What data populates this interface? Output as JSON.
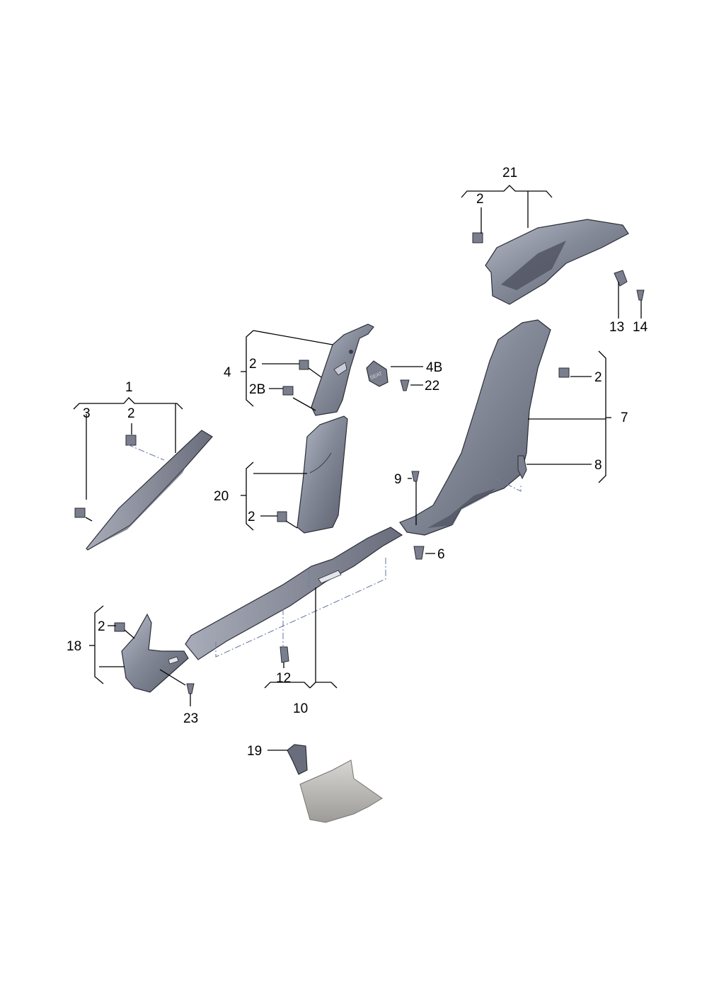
{
  "labels": {
    "l1": "1",
    "l2a": "2",
    "l3": "3",
    "l4": "4",
    "l2b": "2",
    "l2B": "2B",
    "l4B": "4B",
    "l22": "22",
    "l20": "20",
    "l2c": "2",
    "l21": "21",
    "l2d": "2",
    "l13": "13",
    "l14": "14",
    "l7": "7",
    "l2e": "2",
    "l8": "8",
    "l9": "9",
    "l6": "6",
    "l18": "18",
    "l2f": "2",
    "l23": "23",
    "l12": "12",
    "l10": "10",
    "l19": "19"
  },
  "embossed_text": "SEAT",
  "colors": {
    "part_fill": "#7e8291",
    "part_dark": "#4d5160",
    "part_light": "#b9bdc9",
    "line": "#000000",
    "dash": "#6f7ea8"
  }
}
